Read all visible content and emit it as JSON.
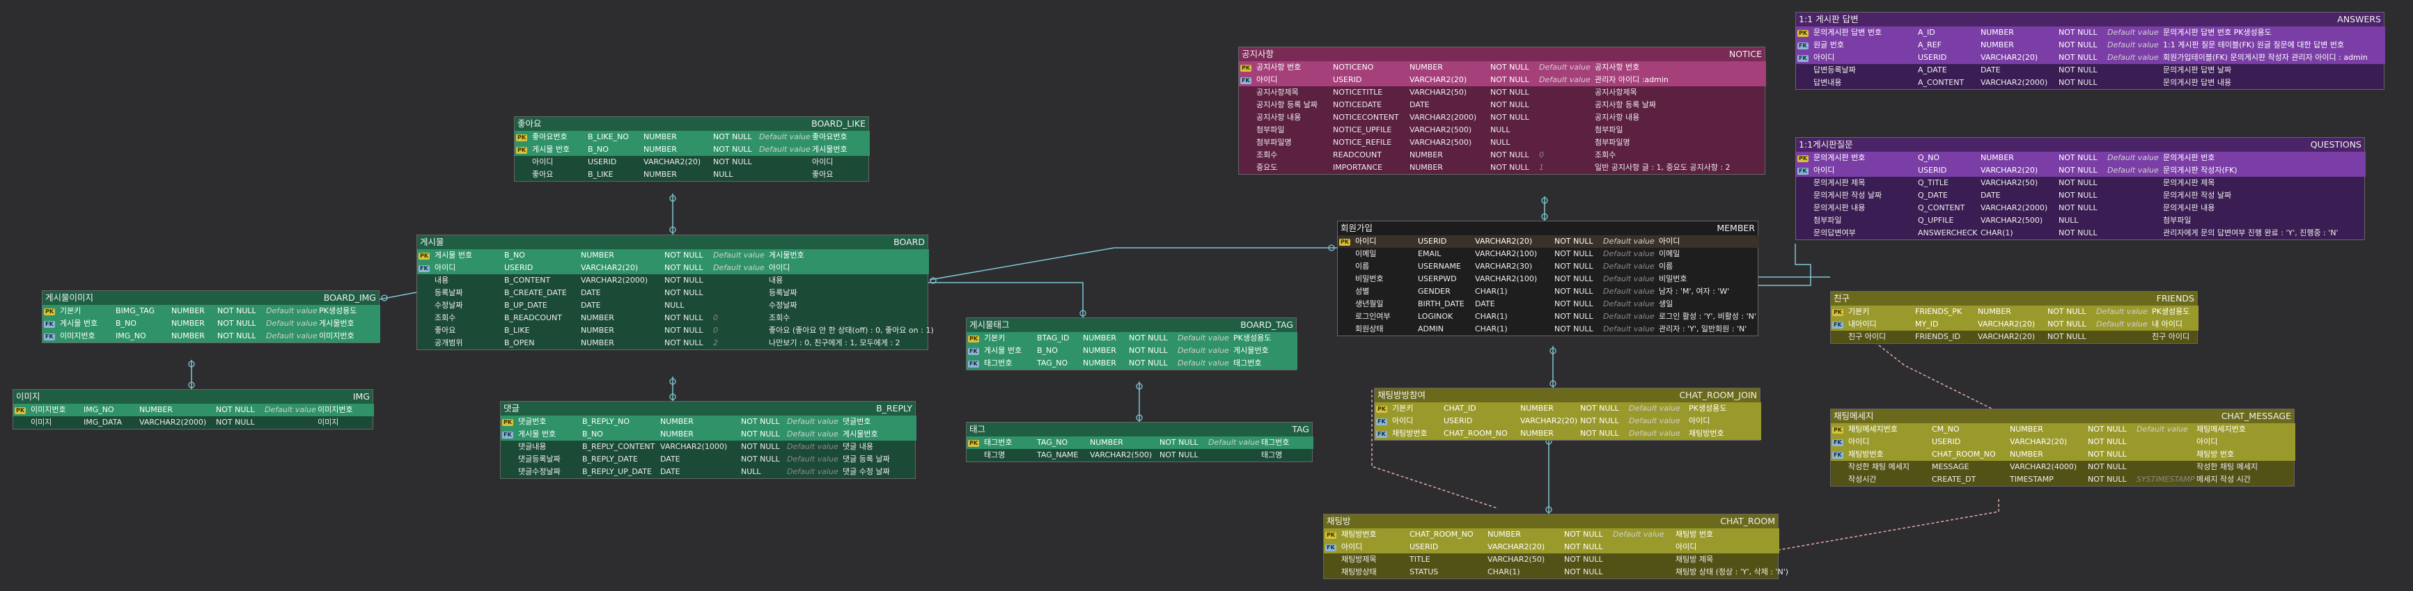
{
  "tables": [
    {
      "id": "board_like",
      "logical": "좋아요",
      "physical": "BOARD_LIKE",
      "colors": {
        "header": "#1f5e43",
        "pk": "#2f9268",
        "body": "#1b4a36"
      },
      "columns": [
        {
          "logical": "좋아요번호",
          "physical": "B_LIKE_NO",
          "type": "NUMBER",
          "null": "NOT NULL",
          "default": "Default value",
          "comment": "좋아요번호",
          "key": "PK"
        },
        {
          "logical": "게시물 번호",
          "physical": "B_NO",
          "type": "NUMBER",
          "null": "NOT NULL",
          "default": "Default value",
          "comment": "게시물번호",
          "key": "PK"
        },
        {
          "logical": "아이디",
          "physical": "USERID",
          "type": "VARCHAR2(20)",
          "null": "NOT NULL",
          "default": "",
          "comment": "아이디",
          "key": ""
        },
        {
          "logical": "좋아요",
          "physical": "B_LIKE",
          "type": "NUMBER",
          "null": "NULL",
          "default": "",
          "comment": "좋아요",
          "key": ""
        }
      ]
    },
    {
      "id": "board",
      "logical": "게시물",
      "physical": "BOARD",
      "colors": {
        "header": "#1f5e43",
        "pk": "#2f9268",
        "body": "#1b4a36"
      },
      "columns": [
        {
          "logical": "게시물 번호",
          "physical": "B_NO",
          "type": "NUMBER",
          "null": "NOT NULL",
          "default": "Default value",
          "comment": "게시물번호",
          "key": "PK"
        },
        {
          "logical": "아이디",
          "physical": "USERID",
          "type": "VARCHAR2(20)",
          "null": "NOT NULL",
          "default": "Default value",
          "comment": "아이디",
          "key": "FK"
        },
        {
          "logical": "내용",
          "physical": "B_CONTENT",
          "type": "VARCHAR2(2000)",
          "null": "NOT NULL",
          "default": "",
          "comment": "내용",
          "key": ""
        },
        {
          "logical": "등록날짜",
          "physical": "B_CREATE_DATE",
          "type": "DATE",
          "null": "NOT NULL",
          "default": "",
          "comment": "등록날짜",
          "key": ""
        },
        {
          "logical": "수정날짜",
          "physical": "B_UP_DATE",
          "type": "DATE",
          "null": "NULL",
          "default": "",
          "comment": "수정날짜",
          "key": ""
        },
        {
          "logical": "조회수",
          "physical": "B_READCOUNT",
          "type": "NUMBER",
          "null": "NOT NULL",
          "default": "0",
          "comment": "조회수",
          "key": ""
        },
        {
          "logical": "좋아요",
          "physical": "B_LIKE",
          "type": "NUMBER",
          "null": "NOT NULL",
          "default": "0",
          "comment": "좋아요 (좋아요 안 한 상태(off) : 0, 좋아요 on : 1)",
          "key": ""
        },
        {
          "logical": "공개범위",
          "physical": "B_OPEN",
          "type": "NUMBER",
          "null": "NOT NULL",
          "default": "2",
          "comment": "나만보기 : 0, 친구에게 : 1, 모두에게 : 2",
          "key": ""
        }
      ]
    },
    {
      "id": "board_img",
      "logical": "게시물이미지",
      "physical": "BOARD_IMG",
      "colors": {
        "header": "#1f5e43",
        "pk": "#2f9268",
        "body": "#1b4a36"
      },
      "columns": [
        {
          "logical": "기본키",
          "physical": "BIMG_TAG",
          "type": "NUMBER",
          "null": "NOT NULL",
          "default": "Default value",
          "comment": "PK생성용도",
          "key": "PK"
        },
        {
          "logical": "게시물 번호",
          "physical": "B_NO",
          "type": "NUMBER",
          "null": "NOT NULL",
          "default": "Default value",
          "comment": "게시물번호",
          "key": "FK"
        },
        {
          "logical": "이미지번호",
          "physical": "IMG_NO",
          "type": "NUMBER",
          "null": "NOT NULL",
          "default": "Default value",
          "comment": "이미지번호",
          "key": "FK"
        }
      ]
    },
    {
      "id": "img",
      "logical": "이미지",
      "physical": "IMG",
      "colors": {
        "header": "#1f5e43",
        "pk": "#2f9268",
        "body": "#1b4a36"
      },
      "columns": [
        {
          "logical": "이미지번호",
          "physical": "IMG_NO",
          "type": "NUMBER",
          "null": "NOT NULL",
          "default": "Default value",
          "comment": "이미지번호",
          "key": "PK"
        },
        {
          "logical": "이미지",
          "physical": "IMG_DATA",
          "type": "VARCHAR2(2000)",
          "null": "NOT NULL",
          "default": "",
          "comment": "이미지",
          "key": ""
        }
      ]
    },
    {
      "id": "b_reply",
      "logical": "댓글",
      "physical": "B_REPLY",
      "colors": {
        "header": "#1f5e43",
        "pk": "#2f9268",
        "body": "#1b4a36"
      },
      "columns": [
        {
          "logical": "댓글번호",
          "physical": "B_REPLY_NO",
          "type": "NUMBER",
          "null": "NOT NULL",
          "default": "Default value",
          "comment": "댓글번호",
          "key": "PK"
        },
        {
          "logical": "게시물 번호",
          "physical": "B_NO",
          "type": "NUMBER",
          "null": "NOT NULL",
          "default": "Default value",
          "comment": "게시물번호",
          "key": "FK"
        },
        {
          "logical": "댓글내용",
          "physical": "B_REPLY_CONTENT",
          "type": "VARCHAR2(1000)",
          "null": "NOT NULL",
          "default": "Default value",
          "comment": "댓글 내용",
          "key": ""
        },
        {
          "logical": "댓글등록날짜",
          "physical": "B_REPLY_DATE",
          "type": "DATE",
          "null": "NOT NULL",
          "default": "Default value",
          "comment": "댓글 등록 날짜",
          "key": ""
        },
        {
          "logical": "댓글수정날짜",
          "physical": "B_REPLY_UP_DATE",
          "type": "DATE",
          "null": "NULL",
          "default": "Default value",
          "comment": "댓글 수정 날짜",
          "key": ""
        }
      ]
    },
    {
      "id": "board_tag",
      "logical": "게시물태그",
      "physical": "BOARD_TAG",
      "colors": {
        "header": "#1f5e43",
        "pk": "#2f9268",
        "body": "#1b4a36"
      },
      "columns": [
        {
          "logical": "기본키",
          "physical": "BTAG_ID",
          "type": "NUMBER",
          "null": "NOT NULL",
          "default": "Default value",
          "comment": "PK생성용도",
          "key": "PK"
        },
        {
          "logical": "게시물 번호",
          "physical": "B_NO",
          "type": "NUMBER",
          "null": "NOT NULL",
          "default": "Default value",
          "comment": "게시물번호",
          "key": "FK"
        },
        {
          "logical": "태그번호",
          "physical": "TAG_NO",
          "type": "NUMBER",
          "null": "NOT NULL",
          "default": "Default value",
          "comment": "태그번호",
          "key": "FK"
        }
      ]
    },
    {
      "id": "tag",
      "logical": "태그",
      "physical": "TAG",
      "colors": {
        "header": "#1f5e43",
        "pk": "#2f9268",
        "body": "#1b4a36"
      },
      "columns": [
        {
          "logical": "태그번호",
          "physical": "TAG_NO",
          "type": "NUMBER",
          "null": "NOT NULL",
          "default": "Default value",
          "comment": "태그번호",
          "key": "PK"
        },
        {
          "logical": "태그명",
          "physical": "TAG_NAME",
          "type": "VARCHAR2(500)",
          "null": "NOT NULL",
          "default": "",
          "comment": "태그명",
          "key": ""
        }
      ]
    },
    {
      "id": "notice",
      "logical": "공지사항",
      "physical": "NOTICE",
      "colors": {
        "header": "#7a2b55",
        "pk": "#a5407a",
        "body": "#5c2041"
      },
      "columns": [
        {
          "logical": "공지사항 번호",
          "physical": "NOTICENO",
          "type": "NUMBER",
          "null": "NOT NULL",
          "default": "Default value",
          "comment": "공지사항 번호",
          "key": "PK"
        },
        {
          "logical": "아이디",
          "physical": "USERID",
          "type": "VARCHAR2(20)",
          "null": "NOT NULL",
          "default": "Default value",
          "comment": "관리자 아이디 :admin",
          "key": "FK"
        },
        {
          "logical": "공지사항제목",
          "physical": "NOTICETITLE",
          "type": "VARCHAR2(50)",
          "null": "NOT NULL",
          "default": "",
          "comment": "공지사항제목",
          "key": ""
        },
        {
          "logical": "공지사항 등록 날짜",
          "physical": "NOTICEDATE",
          "type": "DATE",
          "null": "NOT NULL",
          "default": "",
          "comment": "공지사항 등록 날짜",
          "key": ""
        },
        {
          "logical": "공지사항 내용",
          "physical": "NOTICECONTENT",
          "type": "VARCHAR2(2000)",
          "null": "NOT NULL",
          "default": "",
          "comment": "공지사항 내용",
          "key": ""
        },
        {
          "logical": "첨부파일",
          "physical": "NOTICE_UPFILE",
          "type": "VARCHAR2(500)",
          "null": "NULL",
          "default": "",
          "comment": "첨부파일",
          "key": ""
        },
        {
          "logical": "첨부파일명",
          "physical": "NOTICE_REFILE",
          "type": "VARCHAR2(500)",
          "null": "NULL",
          "default": "",
          "comment": "첨부파일명",
          "key": ""
        },
        {
          "logical": "조회수",
          "physical": "READCOUNT",
          "type": "NUMBER",
          "null": "NOT NULL",
          "default": "0",
          "comment": "조회수",
          "key": ""
        },
        {
          "logical": "중요도",
          "physical": "IMPORTANCE",
          "type": "NUMBER",
          "null": "NOT NULL",
          "default": "1",
          "comment": "일반 공지사항 글 : 1, 중요도 공지사항 : 2",
          "key": ""
        }
      ]
    },
    {
      "id": "member",
      "logical": "회원가입",
      "physical": "MEMBER",
      "colors": {
        "header": "#1c1c1c",
        "pk": "#3a3128",
        "body": "#1e1e1e"
      },
      "columns": [
        {
          "logical": "아이디",
          "physical": "USERID",
          "type": "VARCHAR2(20)",
          "null": "NOT NULL",
          "default": "Default value",
          "comment": "아이디",
          "key": "PK"
        },
        {
          "logical": "이메일",
          "physical": "EMAIL",
          "type": "VARCHAR2(100)",
          "null": "NOT NULL",
          "default": "Default value",
          "comment": "이메일",
          "key": ""
        },
        {
          "logical": "이름",
          "physical": "USERNAME",
          "type": "VARCHAR2(30)",
          "null": "NOT NULL",
          "default": "Default value",
          "comment": "이름",
          "key": ""
        },
        {
          "logical": "비밀번호",
          "physical": "USERPWD",
          "type": "VARCHAR2(100)",
          "null": "NOT NULL",
          "default": "Default value",
          "comment": "비밀번호",
          "key": ""
        },
        {
          "logical": "성별",
          "physical": "GENDER",
          "type": "CHAR(1)",
          "null": "NOT NULL",
          "default": "Default value",
          "comment": "남자 : 'M', 여자 : 'W'",
          "key": ""
        },
        {
          "logical": "생년월일",
          "physical": "BIRTH_DATE",
          "type": "DATE",
          "null": "NOT NULL",
          "default": "Default value",
          "comment": "생일",
          "key": ""
        },
        {
          "logical": "로그인여부",
          "physical": "LOGINOK",
          "type": "CHAR(1)",
          "null": "NOT NULL",
          "default": "Default value",
          "comment": "로그인 활성 : 'Y', 비활성 : 'N'",
          "key": ""
        },
        {
          "logical": "회원상태",
          "physical": "ADMIN",
          "type": "CHAR(1)",
          "null": "NOT NULL",
          "default": "Default value",
          "comment": "관리자 : 'Y', 일반회원 : 'N'",
          "key": ""
        }
      ]
    },
    {
      "id": "answers",
      "logical": "1:1 게시판 답변",
      "physical": "ANSWERS",
      "colors": {
        "header": "#4a2466",
        "pk": "#7a3ea6",
        "body": "#3a1d52"
      },
      "columns": [
        {
          "logical": "문의게시판 답변 번호",
          "physical": "A_ID",
          "type": "NUMBER",
          "null": "NOT NULL",
          "default": "Default value",
          "comment": "문의게시판 답변 번호 PK생성용도",
          "key": "PK"
        },
        {
          "logical": "원글 번호",
          "physical": "A_REF",
          "type": "NUMBER",
          "null": "NOT NULL",
          "default": "Default value",
          "comment": "1:1 게시판 질문 테이블(FK) 원글 질문에 대한 답변 번호",
          "key": "FK"
        },
        {
          "logical": "아이디",
          "physical": "USERID",
          "type": "VARCHAR2(20)",
          "null": "NOT NULL",
          "default": "Default value",
          "comment": "회원가입테이블(FK) 문의게시판 작성자 관리자 아이디 : admin",
          "key": "FK"
        },
        {
          "logical": "답변등록날짜",
          "physical": "A_DATE",
          "type": "DATE",
          "null": "NOT NULL",
          "default": "",
          "comment": "문의게시판 답변 날짜",
          "key": ""
        },
        {
          "logical": "답변내용",
          "physical": "A_CONTENT",
          "type": "VARCHAR2(2000)",
          "null": "NOT NULL",
          "default": "",
          "comment": "문의게시판 답변 내용",
          "key": ""
        }
      ]
    },
    {
      "id": "questions",
      "logical": "1:1게시판질문",
      "physical": "QUESTIONS",
      "colors": {
        "header": "#4a2466",
        "pk": "#7a3ea6",
        "body": "#3a1d52"
      },
      "columns": [
        {
          "logical": "문의게시판 번호",
          "physical": "Q_NO",
          "type": "NUMBER",
          "null": "NOT NULL",
          "default": "Default value",
          "comment": "문의게시판 번호",
          "key": "PK"
        },
        {
          "logical": "아이디",
          "physical": "USERID",
          "type": "VARCHAR2(20)",
          "null": "NOT NULL",
          "default": "Default value",
          "comment": "문의게시판 작성자(FK)",
          "key": "FK"
        },
        {
          "logical": "문의게시판 제목",
          "physical": "Q_TITLE",
          "type": "VARCHAR2(50)",
          "null": "NOT NULL",
          "default": "",
          "comment": "문의게시판 제목",
          "key": ""
        },
        {
          "logical": "문의게시판 작성 날짜",
          "physical": "Q_DATE",
          "type": "DATE",
          "null": "NOT NULL",
          "default": "",
          "comment": "문의게시판 작성 날짜",
          "key": ""
        },
        {
          "logical": "문의게시판 내용",
          "physical": "Q_CONTENT",
          "type": "VARCHAR2(2000)",
          "null": "NOT NULL",
          "default": "",
          "comment": "문의게시판 내용",
          "key": ""
        },
        {
          "logical": "첨부파일",
          "physical": "Q_UPFILE",
          "type": "VARCHAR2(500)",
          "null": "NULL",
          "default": "",
          "comment": "첨부파일",
          "key": ""
        },
        {
          "logical": "문의답변여부",
          "physical": "ANSWERCHECK",
          "type": "CHAR(1)",
          "null": "NOT NULL",
          "default": "",
          "comment": "관리자에게 문의 답변여부 진행 완료 : 'Y', 진행중 : 'N'",
          "key": ""
        }
      ]
    },
    {
      "id": "friends",
      "logical": "친구",
      "physical": "FRIENDS",
      "colors": {
        "header": "#6b6a1c",
        "pk": "#9a9a2c",
        "body": "#535216"
      },
      "columns": [
        {
          "logical": "기본키",
          "physical": "FRIENDS_PK",
          "type": "NUMBER",
          "null": "NOT NULL",
          "default": "Default value",
          "comment": "PK생성용도",
          "key": "PK"
        },
        {
          "logical": "내아이디",
          "physical": "MY_ID",
          "type": "VARCHAR2(20)",
          "null": "NOT NULL",
          "default": "Default value",
          "comment": "내 아이디",
          "key": "FK"
        },
        {
          "logical": "친구 아이디",
          "physical": "FRIENDS_ID",
          "type": "VARCHAR2(20)",
          "null": "NOT NULL",
          "default": "",
          "comment": "친구 아이디",
          "key": ""
        }
      ]
    },
    {
      "id": "chat_room_join",
      "logical": "채팅방방참여",
      "physical": "CHAT_ROOM_JOIN",
      "colors": {
        "header": "#6b6a1c",
        "pk": "#9a9a2c",
        "body": "#535216"
      },
      "columns": [
        {
          "logical": "기본키",
          "physical": "CHAT_ID",
          "type": "NUMBER",
          "null": "NOT NULL",
          "default": "Default value",
          "comment": "PK생성용도",
          "key": "PK"
        },
        {
          "logical": "아이디",
          "physical": "USERID",
          "type": "VARCHAR2(20)",
          "null": "NOT NULL",
          "default": "Default value",
          "comment": "아이디",
          "key": "FK"
        },
        {
          "logical": "채팅방번호",
          "physical": "CHAT_ROOM_NO",
          "type": "NUMBER",
          "null": "NOT NULL",
          "default": "Default value",
          "comment": "채팅방번호",
          "key": "FK"
        }
      ]
    },
    {
      "id": "chat_message",
      "logical": "채팅메세지",
      "physical": "CHAT_MESSAGE",
      "colors": {
        "header": "#6b6a1c",
        "pk": "#9a9a2c",
        "body": "#535216"
      },
      "columns": [
        {
          "logical": "채팅메세지번호",
          "physical": "CM_NO",
          "type": "NUMBER",
          "null": "NOT NULL",
          "default": "Default value",
          "comment": "채팅메세지번호",
          "key": "PK"
        },
        {
          "logical": "아이디",
          "physical": "USERID",
          "type": "VARCHAR2(20)",
          "null": "NOT NULL",
          "default": "",
          "comment": "아이디",
          "key": "FK"
        },
        {
          "logical": "채팅방번호",
          "physical": "CHAT_ROOM_NO",
          "type": "NUMBER",
          "null": "NOT NULL",
          "default": "",
          "comment": "채팅방 번호",
          "key": "FK"
        },
        {
          "logical": "작성한 채팅 메세지",
          "physical": "MESSAGE",
          "type": "VARCHAR2(4000)",
          "null": "NOT NULL",
          "default": "",
          "comment": "작성한 채팅 메세지",
          "key": ""
        },
        {
          "logical": "작성시간",
          "physical": "CREATE_DT",
          "type": "TIMESTAMP",
          "null": "NOT NULL",
          "default": "SYSTIMESTAMP",
          "comment": "메세지 작성 시간",
          "key": ""
        }
      ]
    },
    {
      "id": "chat_room",
      "logical": "채팅방",
      "physical": "CHAT_ROOM",
      "colors": {
        "header": "#6b6a1c",
        "pk": "#9a9a2c",
        "body": "#535216"
      },
      "columns": [
        {
          "logical": "채팅방번호",
          "physical": "CHAT_ROOM_NO",
          "type": "NUMBER",
          "null": "NOT NULL",
          "default": "Default value",
          "comment": "채팅방 번호",
          "key": "PK"
        },
        {
          "logical": "아이디",
          "physical": "USERID",
          "type": "VARCHAR2(20)",
          "null": "NOT NULL",
          "default": "",
          "comment": "아이디",
          "key": "FK"
        },
        {
          "logical": "채팅방제목",
          "physical": "TITLE",
          "type": "VARCHAR2(50)",
          "null": "NOT NULL",
          "default": "",
          "comment": "채팅방 제목",
          "key": ""
        },
        {
          "logical": "채팅방상태",
          "physical": "STATUS",
          "type": "CHAR(1)",
          "null": "NOT NULL",
          "default": "",
          "comment": "채팅방 상태 (정상 : 'Y', 삭제 : 'N')",
          "key": ""
        }
      ]
    }
  ]
}
